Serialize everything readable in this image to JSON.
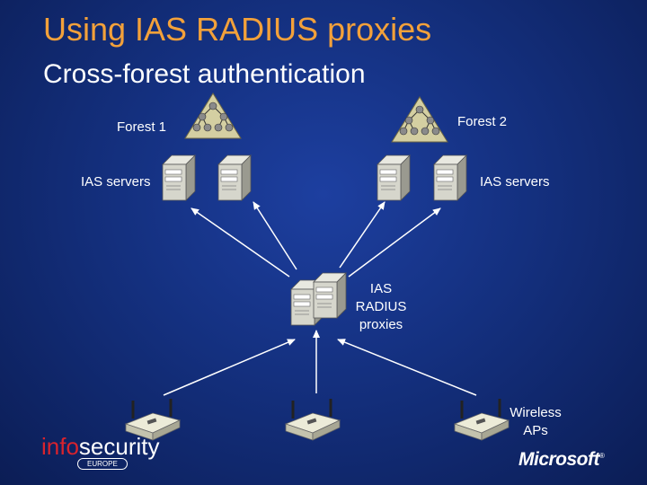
{
  "slide": {
    "title": "Using IAS RADIUS proxies",
    "subtitle": "Cross-forest authentication",
    "colors": {
      "title": "#f3a13a",
      "background": "#14307f",
      "text": "#ffffff"
    }
  },
  "diagram": {
    "forest1_label": "Forest 1",
    "forest2_label": "Forest 2",
    "ias_servers_left_label": "IAS servers",
    "ias_servers_right_label": "IAS servers",
    "proxies_label_line1": "IAS",
    "proxies_label_line2": "RADIUS",
    "proxies_label_line3": "proxies",
    "wireless_label_line1": "Wireless",
    "wireless_label_line2": "APs",
    "icons": [
      "forest-triangle-icon",
      "server-icon",
      "wireless-ap-icon"
    ]
  },
  "branding": {
    "infosecurity_part1": "info",
    "infosecurity_part2": "security",
    "europe": "EUROPE",
    "microsoft": "Microsoft"
  }
}
